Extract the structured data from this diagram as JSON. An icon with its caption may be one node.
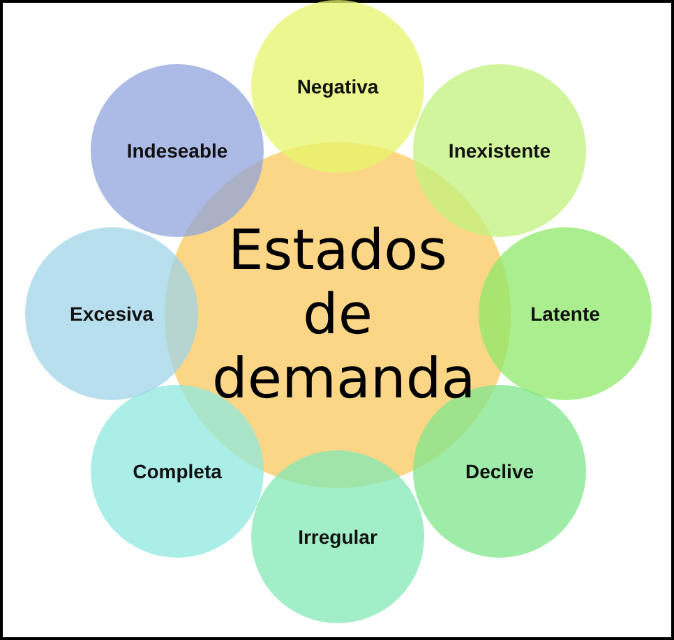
{
  "diagram": {
    "nodes": [
      {
        "text": [
          "Estados de demanda"
        ]
      },
      {
        "text": [
          "Negativa"
        ]
      },
      {
        "text": [
          "Inexistente"
        ]
      },
      {
        "text": [
          "Latente"
        ]
      },
      {
        "text": [
          "Declive"
        ]
      },
      {
        "text": [
          "Irregular"
        ]
      },
      {
        "text": [
          "Completa"
        ]
      },
      {
        "text": [
          "Excesiva"
        ]
      },
      {
        "text": [
          "Indeseable"
        ]
      }
    ],
    "edges": []
  }
}
